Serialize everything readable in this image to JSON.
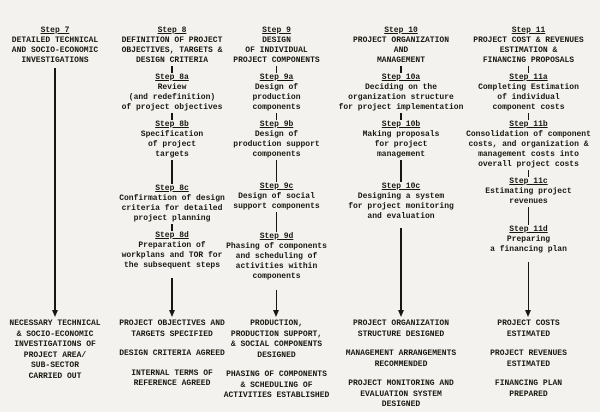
{
  "document": {
    "kind": "scanned typewritten flowchart",
    "background_color": "#f4f2ee",
    "ink_color": "#19160f"
  },
  "columns": [
    {
      "id": "step-7",
      "steps": [
        {
          "label": "Step 7",
          "lines": [
            "DETAILED TECHNICAL",
            "AND SOCIO-ECONOMIC",
            "INVESTIGATIONS"
          ]
        }
      ],
      "outcomes": [
        {
          "lines": [
            "NECESSARY TECHNICAL",
            "& SOCIO-ECONOMIC",
            "INVESTIGATIONS OF",
            "PROJECT AREA/",
            "SUB-SECTOR",
            "CARRIED OUT"
          ]
        }
      ]
    },
    {
      "id": "step-8",
      "steps": [
        {
          "label": "Step 8",
          "lines": [
            "DEFINITION OF PROJECT",
            "OBJECTIVES, TARGETS &",
            "DESIGN CRITERIA"
          ]
        },
        {
          "label": "Step 8a",
          "lines": [
            "Review",
            "(and redefinition)",
            "of project objectives"
          ]
        },
        {
          "label": "Step 8b",
          "lines": [
            "Specification",
            "of project",
            "targets"
          ]
        },
        {
          "label": "Step 8c",
          "lines": [
            "Confirmation of design",
            "criteria for detailed",
            "project planning"
          ]
        },
        {
          "label": "Step 8d",
          "lines": [
            "Preparation of",
            "workplans and TOR for",
            "the subsequent steps"
          ]
        }
      ],
      "outcomes": [
        {
          "lines": [
            "PROJECT OBJECTIVES AND",
            "TARGETS SPECIFIED"
          ]
        },
        {
          "lines": [
            "DESIGN CRITERIA AGREED"
          ]
        },
        {
          "lines": [
            "INTERNAL TERMS OF",
            "REFERENCE AGREED"
          ]
        }
      ]
    },
    {
      "id": "step-9",
      "steps": [
        {
          "label": "Step 9",
          "lines": [
            "DESIGN",
            "OF INDIVIDUAL",
            "PROJECT COMPONENTS"
          ]
        },
        {
          "label": "Step 9a",
          "lines": [
            "Design of",
            "production",
            "components"
          ]
        },
        {
          "label": "Step 9b",
          "lines": [
            "Design of",
            "production support",
            "components"
          ]
        },
        {
          "label": "Step 9c",
          "lines": [
            "Design of social",
            "support components"
          ]
        },
        {
          "label": "Step 9d",
          "lines": [
            "Phasing of components",
            "and scheduling of",
            "activities within",
            "components"
          ]
        }
      ],
      "outcomes": [
        {
          "lines": [
            "PRODUCTION,",
            "PRODUCTION SUPPORT,",
            "& SOCIAL COMPONENTS",
            "DESIGNED"
          ]
        },
        {
          "lines": [
            "PHASING OF COMPONENTS",
            "& SCHEDULING OF",
            "ACTIVITIES ESTABLISHED"
          ]
        }
      ]
    },
    {
      "id": "step-10",
      "steps": [
        {
          "label": "Step 10",
          "lines": [
            "PROJECT ORGANIZATION",
            "AND",
            "MANAGEMENT"
          ]
        },
        {
          "label": "Step 10a",
          "lines": [
            "Deciding on the",
            "organization structure",
            "for project implementation"
          ]
        },
        {
          "label": "Step 10b",
          "lines": [
            "Making proposals",
            "for project",
            "management"
          ]
        },
        {
          "label": "Step 10c",
          "lines": [
            "Designing a system",
            "for project monitoring",
            "and evaluation"
          ]
        }
      ],
      "outcomes": [
        {
          "lines": [
            "PROJECT ORGANIZATION",
            "STRUCTURE DESIGNED"
          ]
        },
        {
          "lines": [
            "MANAGEMENT ARRANGEMENTS",
            "RECOMMENDED"
          ]
        },
        {
          "lines": [
            "PROJECT MONITORING AND",
            "EVALUATION SYSTEM",
            "DESIGNED"
          ]
        }
      ]
    },
    {
      "id": "step-11",
      "steps": [
        {
          "label": "Step 11",
          "lines": [
            "PROJECT COST & REVENUES",
            "ESTIMATION &",
            "FINANCING PROPOSALS"
          ]
        },
        {
          "label": "Step 11a",
          "lines": [
            "Completing Estimation",
            "of individual",
            "component costs"
          ]
        },
        {
          "label": "Step 11b",
          "lines": [
            "Consolidation of component",
            "costs, and organization &",
            "management costs into",
            "overall project costs"
          ]
        },
        {
          "label": "Step 11c",
          "lines": [
            "Estimating project",
            "revenues"
          ]
        },
        {
          "label": "Step 11d",
          "lines": [
            "Preparing",
            "a financing plan"
          ]
        }
      ],
      "outcomes": [
        {
          "lines": [
            "PROJECT COSTS",
            "ESTIMATED"
          ]
        },
        {
          "lines": [
            "PROJECT REVENUES",
            "ESTIMATED"
          ]
        },
        {
          "lines": [
            "FINANCING PLAN",
            "PREPARED"
          ]
        }
      ]
    }
  ]
}
